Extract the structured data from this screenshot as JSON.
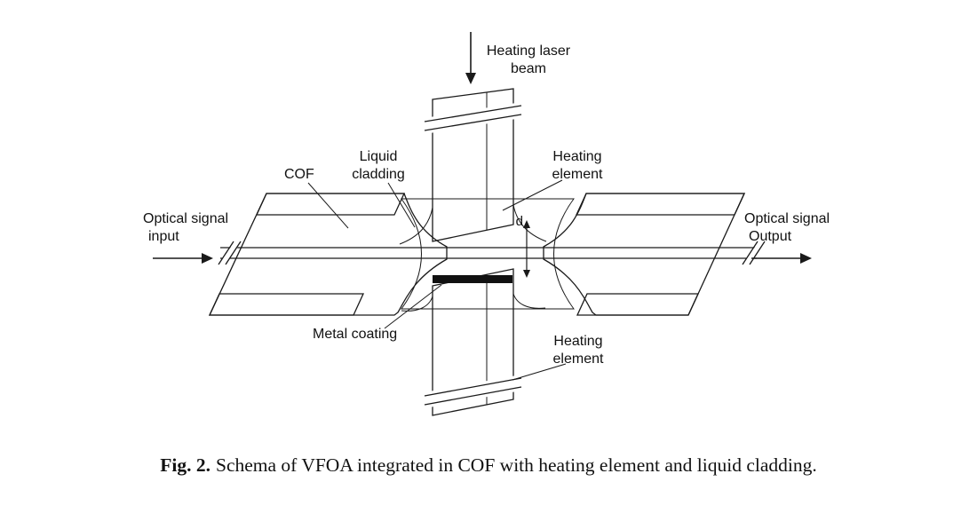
{
  "labels": {
    "heating_laser": {
      "line1": "Heating laser",
      "line2": "beam"
    },
    "optical_input": {
      "line1": "Optical signal",
      "line2": "input"
    },
    "optical_output": {
      "line1": "Optical signal",
      "line2": "Output"
    },
    "cof": "COF",
    "liquid_cladding": {
      "line1": "Liquid",
      "line2": "cladding"
    },
    "heating_element_top": {
      "line1": "Heating",
      "line2": "element"
    },
    "heating_element_bottom": {
      "line1": "Heating",
      "line2": "element"
    },
    "metal_coating": "Metal coating",
    "gap_dimension": "d"
  },
  "caption": {
    "fig_label": "Fig. 2.",
    "text": "Schema of VFOA integrated in COF with heating element and liquid cladding."
  },
  "colors": {
    "metal_gray": "#b4b4b4",
    "ink": "#1a1a1a"
  }
}
